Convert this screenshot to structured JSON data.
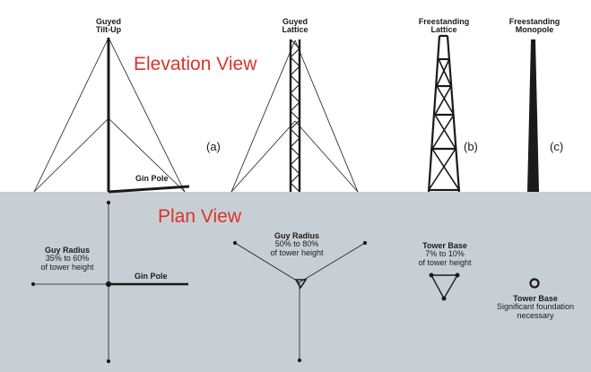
{
  "views": {
    "elevation": "Elevation View",
    "plan": "Plan View"
  },
  "towers": [
    {
      "line1": "Guyed",
      "line2": "Tilt-Up"
    },
    {
      "line1": "Guyed",
      "line2": "Lattice"
    },
    {
      "line1": "Freestanding",
      "line2": "Lattice"
    },
    {
      "line1": "Freestanding",
      "line2": "Monopole"
    }
  ],
  "markers": {
    "a": "(a)",
    "b": "(b)",
    "c": "(c)"
  },
  "gin_pole_elevation": "Gin Pole",
  "plan_labels": {
    "guy_radius_tiltup": {
      "title": "Guy Radius",
      "line2": "35% to 60%",
      "line3": "of tower height"
    },
    "gin_pole_plan": "Gin Pole",
    "guy_radius_lattice": {
      "title": "Guy Radius",
      "line2": "50% to 80%",
      "line3": "of tower height"
    },
    "tower_base_lattice": {
      "title": "Tower Base",
      "line2": "7% to 10%",
      "line3": "of tower height"
    },
    "tower_base_monopole": {
      "title": "Tower Base",
      "line2": "Significant foundation",
      "line3": "necessary"
    }
  },
  "colors": {
    "plan_background": "#c8cfd4",
    "view_title": "#d9342b",
    "lines": "#1a1a1a"
  }
}
